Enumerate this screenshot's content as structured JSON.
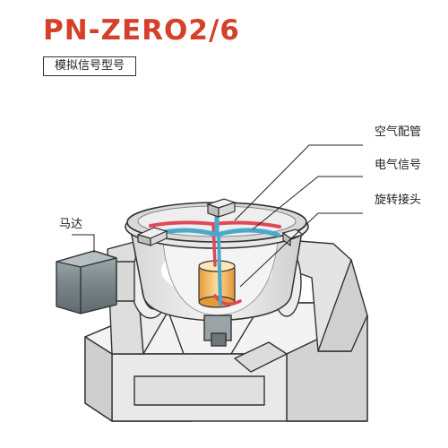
{
  "header": {
    "title": "PN-ZERO2/6",
    "subtitle": "模拟信号型号"
  },
  "callouts": {
    "air_pipe": "空气配管",
    "electric_signal": "电气信号",
    "rotary_joint": "旋转接头",
    "motor": "马达"
  },
  "colors": {
    "title": "#d5402a",
    "air_pipe": "#4aa8cc",
    "electric_signal": "#e0485a",
    "rotary_joint": "#f0b860",
    "body": "#e3e3e3",
    "motor": "#7f8b8f"
  }
}
